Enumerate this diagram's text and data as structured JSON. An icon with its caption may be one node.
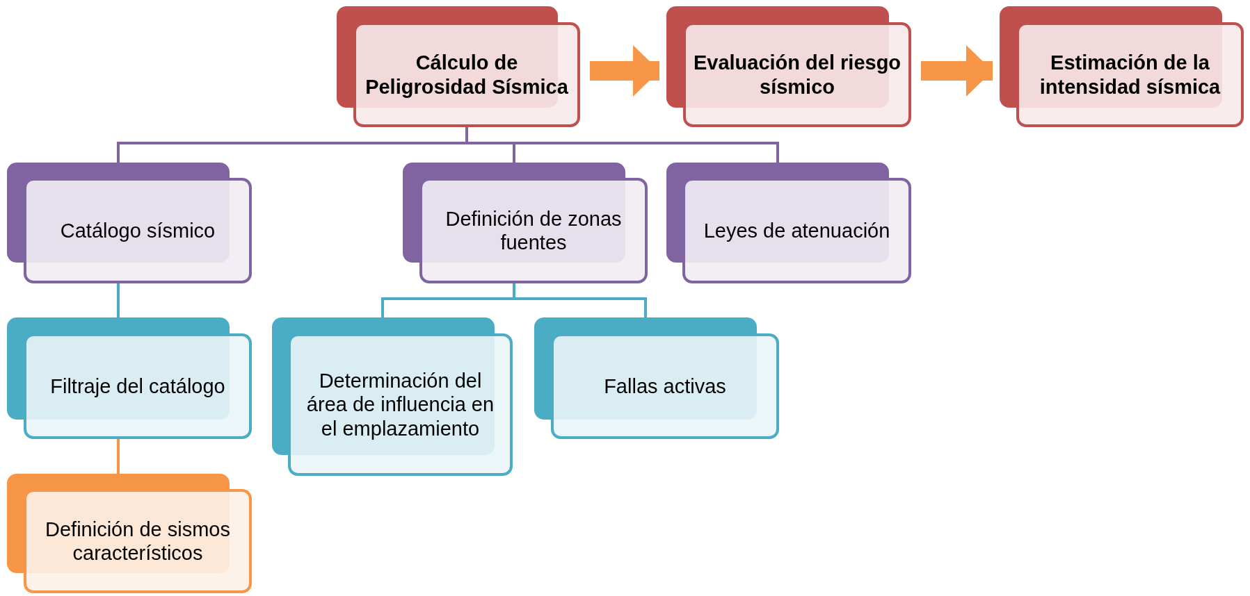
{
  "diagram": {
    "nodes": [
      {
        "text": [
          "Cálculo de Peligrosidad Sísmica"
        ]
      },
      {
        "text": [
          "Evaluación del riesgo sísmico"
        ]
      },
      {
        "text": [
          "Estimación de la intensidad sísmica"
        ]
      },
      {
        "text": [
          "Catálogo sísmico"
        ]
      },
      {
        "text": [
          "Definición de zonas fuentes"
        ]
      },
      {
        "text": [
          "Leyes de atenuación"
        ]
      },
      {
        "text": [
          "Filtraje del catálogo"
        ]
      },
      {
        "text": [
          "Determinación del área de influencia en el emplazamiento"
        ]
      },
      {
        "text": [
          "Fallas activas"
        ]
      },
      {
        "text": [
          "Definición de sismos característicos"
        ]
      }
    ],
    "edges": [
      {
        "from": 0,
        "to": 1,
        "arrow": "to",
        "style": "thick",
        "color": "#f79646"
      },
      {
        "from": 1,
        "to": 2,
        "arrow": "to",
        "style": "thick",
        "color": "#f79646"
      },
      {
        "from": 0,
        "to": 3,
        "arrow": "none",
        "color": "#8064a2"
      },
      {
        "from": 0,
        "to": 4,
        "arrow": "none",
        "color": "#8064a2"
      },
      {
        "from": 0,
        "to": 5,
        "arrow": "none",
        "color": "#8064a2"
      },
      {
        "from": 3,
        "to": 6,
        "arrow": "none",
        "color": "#4bacc6"
      },
      {
        "from": 4,
        "to": 7,
        "arrow": "none",
        "color": "#4bacc6"
      },
      {
        "from": 4,
        "to": 8,
        "arrow": "none",
        "color": "#4bacc6"
      },
      {
        "from": 6,
        "to": 9,
        "arrow": "none",
        "color": "#f79646"
      }
    ]
  }
}
